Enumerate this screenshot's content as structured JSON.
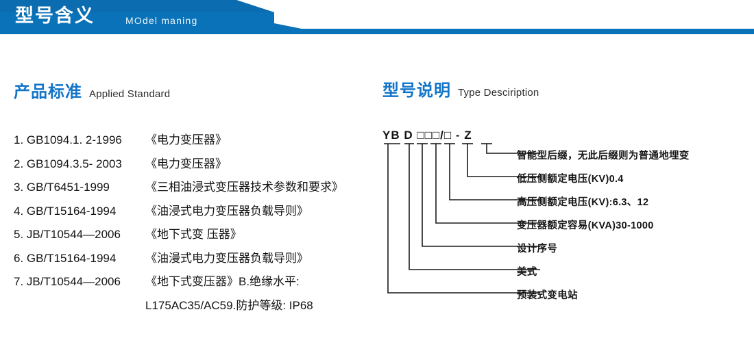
{
  "banner": {
    "title_cn": "型号含义",
    "title_en": "MOdel maning",
    "color": "#0a72b8"
  },
  "standards_section": {
    "heading_cn": "产品标准",
    "heading_en": "Applied Standard",
    "heading_color": "#1274c8",
    "items": [
      {
        "index": "1.",
        "code": "GB1094.1. 2-1996",
        "name": "《电力变压器》"
      },
      {
        "index": "2.",
        "code": "GB1094.3.5- 2003",
        "name": "《电力变压器》"
      },
      {
        "index": "3.",
        "code": "GB/T6451-1999",
        "name": "《三相油浸式变压器技术参数和要求》"
      },
      {
        "index": "4.",
        "code": "GB/T15164-1994",
        "name": "《油浸式电力变压器负载导则》"
      },
      {
        "index": "5.",
        "code": "JB/T10544—2006",
        "name": "《地下式变 压器》"
      },
      {
        "index": "6.",
        "code": "GB/T15164-1994",
        "name": "《油漫式电力变压器负载导则》"
      },
      {
        "index": "7.",
        "code": "JB/T10544—2006",
        "name": "《地下式变压器》B.绝缘水平:"
      }
    ],
    "continuation": "L175AC35/AC59.防护等级: IP68"
  },
  "type_section": {
    "heading_cn": "型号说明",
    "heading_en": "Type Desciription",
    "heading_color": "#1274c8",
    "code": "YB D □□□/□ - Z",
    "code_parts": [
      "YB",
      "D",
      "□",
      "□",
      "□",
      "/",
      "□",
      "-",
      "Z"
    ],
    "legend": [
      "智能型后缀，无此后缀则为普通地埋变",
      "低压侧额定电压(KV)0.4",
      "高压侧额定电压(KV):6.3、12",
      "变压器额定容易(KVA)30-1000",
      "设计序号",
      "美式",
      "预装式变电站"
    ]
  }
}
